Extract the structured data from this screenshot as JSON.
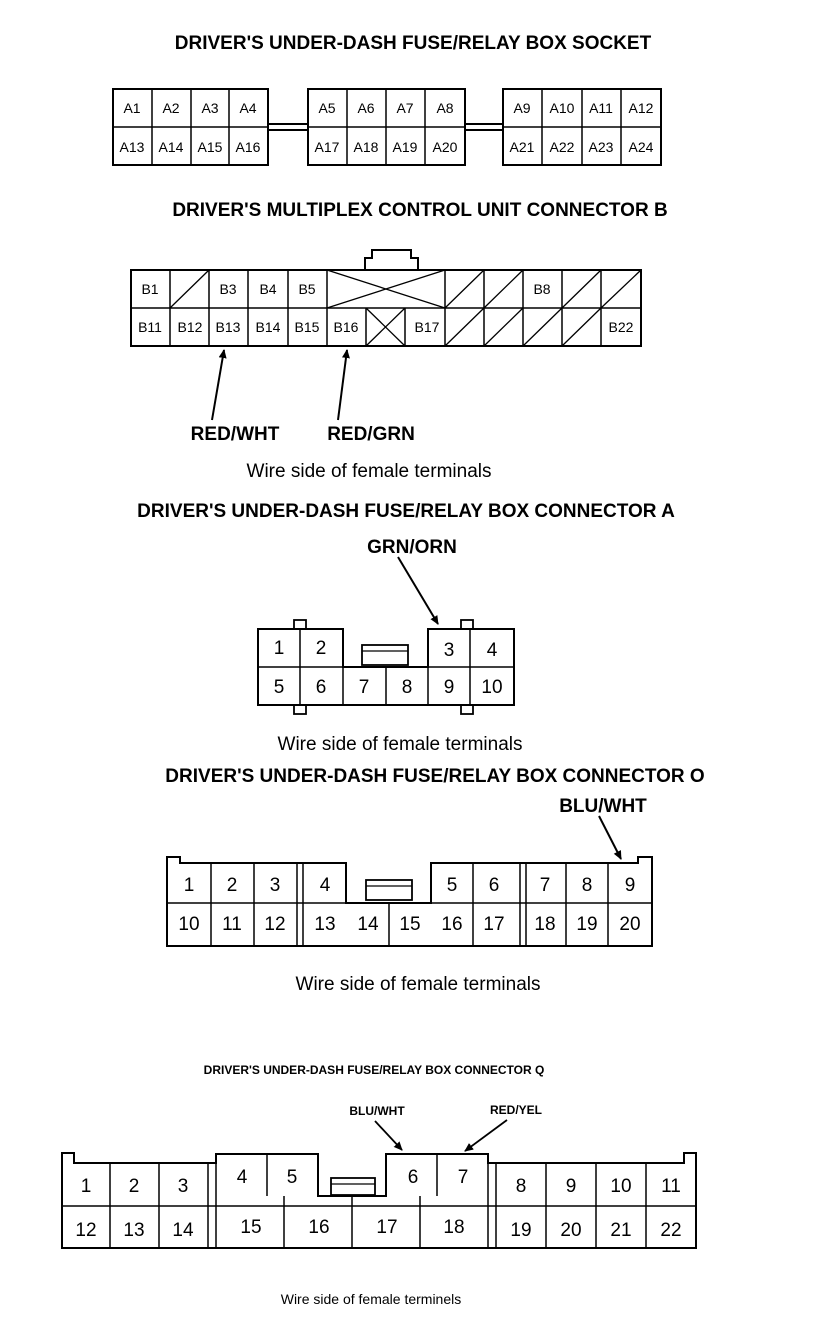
{
  "socket": {
    "title": "DRIVER'S UNDER-DASH FUSE/RELAY BOX SOCKET",
    "pins": [
      "A1",
      "A2",
      "A3",
      "A4",
      "A5",
      "A6",
      "A7",
      "A8",
      "A9",
      "A10",
      "A11",
      "A12",
      "A13",
      "A14",
      "A15",
      "A16",
      "A17",
      "A18",
      "A19",
      "A20",
      "A21",
      "A22",
      "A23",
      "A24"
    ]
  },
  "connector_b": {
    "title": "DRIVER'S MULTIPLEX CONTROL UNIT CONNECTOR B",
    "top_pins": [
      "B1",
      "B3",
      "B4",
      "B5",
      "B8"
    ],
    "bottom_pins": [
      "B11",
      "B12",
      "B13",
      "B14",
      "B15",
      "B16",
      "B17",
      "B22"
    ],
    "wires": [
      "RED/WHT",
      "RED/GRN"
    ],
    "caption": "Wire side of female terminals"
  },
  "connector_a": {
    "title": "DRIVER'S UNDER-DASH FUSE/RELAY BOX CONNECTOR A",
    "pins": [
      "1",
      "2",
      "3",
      "4",
      "5",
      "6",
      "7",
      "8",
      "9",
      "10"
    ],
    "wires": [
      "GRN/ORN"
    ],
    "caption": "Wire side of female terminals"
  },
  "connector_o": {
    "title": "DRIVER'S UNDER-DASH FUSE/RELAY BOX CONNECTOR O",
    "pins": [
      "1",
      "2",
      "3",
      "4",
      "5",
      "6",
      "7",
      "8",
      "9",
      "10",
      "11",
      "12",
      "13",
      "14",
      "15",
      "16",
      "17",
      "18",
      "19",
      "20"
    ],
    "wires": [
      "BLU/WHT"
    ],
    "caption": "Wire side of female terminals"
  },
  "connector_q": {
    "title": "DRIVER'S UNDER-DASH FUSE/RELAY BOX CONNECTOR Q",
    "pins": [
      "1",
      "2",
      "3",
      "4",
      "5",
      "6",
      "7",
      "8",
      "9",
      "10",
      "11",
      "12",
      "13",
      "14",
      "15",
      "16",
      "17",
      "18",
      "19",
      "20",
      "21",
      "22"
    ],
    "wires": [
      "BLU/WHT",
      "RED/YEL"
    ],
    "caption": "Wire side of female terminels"
  }
}
